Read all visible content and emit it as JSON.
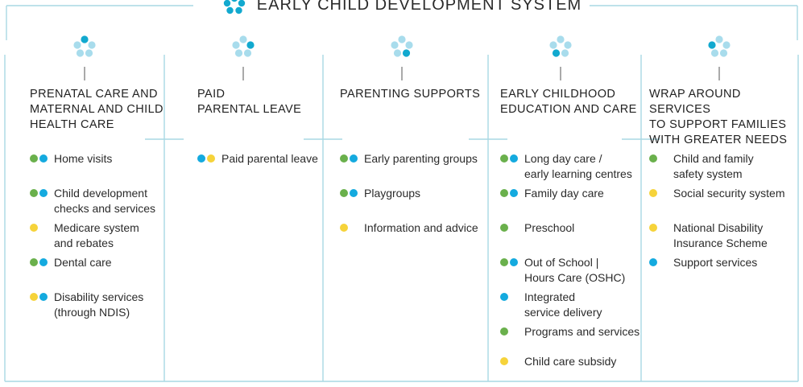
{
  "title": "EARLY CHILD DEVELOPMENT SYSTEM",
  "colors": {
    "frame": "#a9d8e3",
    "cluster_light": "#a8dcec",
    "cluster_dark": "#12a9cf",
    "green": "#6ab04c",
    "blue": "#14aadf",
    "yellow": "#f6d33a"
  },
  "columns": [
    {
      "heading": "PRENATAL CARE AND\nMATERNAL AND CHILD\nHEALTH CARE",
      "items": [
        {
          "dots": [
            "green",
            "blue"
          ],
          "text": "Home visits"
        },
        {
          "dots": [
            "green",
            "blue"
          ],
          "text": "Child development\nchecks and services"
        },
        {
          "dots": [
            "yellow"
          ],
          "text": "Medicare system\nand rebates"
        },
        {
          "dots": [
            "green",
            "blue"
          ],
          "text": "Dental care"
        },
        {
          "dots": [
            "yellow",
            "blue"
          ],
          "text": "Disability services\n(through NDIS)"
        }
      ]
    },
    {
      "heading": "PAID\nPARENTAL LEAVE",
      "items": [
        {
          "dots": [
            "blue",
            "yellow"
          ],
          "text": "Paid parental leave"
        }
      ]
    },
    {
      "heading": "PARENTING SUPPORTS",
      "items": [
        {
          "dots": [
            "green",
            "blue"
          ],
          "text": "Early parenting groups"
        },
        {
          "dots": [
            "green",
            "blue"
          ],
          "text": "Playgroups"
        },
        {
          "dots": [
            "yellow"
          ],
          "text": "Information and advice"
        }
      ]
    },
    {
      "heading": "EARLY CHILDHOOD\nEDUCATION AND CARE",
      "items": [
        {
          "dots": [
            "green",
            "blue"
          ],
          "text": "Long day care /\nearly learning centres"
        },
        {
          "dots": [
            "green",
            "blue"
          ],
          "text": "Family day care"
        },
        {
          "dots": [
            "green"
          ],
          "text": "Preschool"
        },
        {
          "dots": [
            "green",
            "blue"
          ],
          "text": "Out of School |\nHours Care (OSHC)"
        },
        {
          "dots": [
            "blue"
          ],
          "text": "Integrated\nservice delivery"
        },
        {
          "dots": [
            "green"
          ],
          "text": "Programs and services"
        },
        {
          "dots": [
            "yellow"
          ],
          "text": "Child care subsidy"
        }
      ]
    },
    {
      "heading": "WRAP AROUND SERVICES\nTO SUPPORT FAMILIES\nWITH GREATER NEEDS",
      "items": [
        {
          "dots": [
            "green"
          ],
          "text": "Child and family\nsafety system"
        },
        {
          "dots": [
            "yellow"
          ],
          "text": "Social security system"
        },
        {
          "dots": [
            "yellow"
          ],
          "text": "National Disability\nInsurance Scheme"
        },
        {
          "dots": [
            "blue"
          ],
          "text": "Support services"
        }
      ]
    }
  ]
}
